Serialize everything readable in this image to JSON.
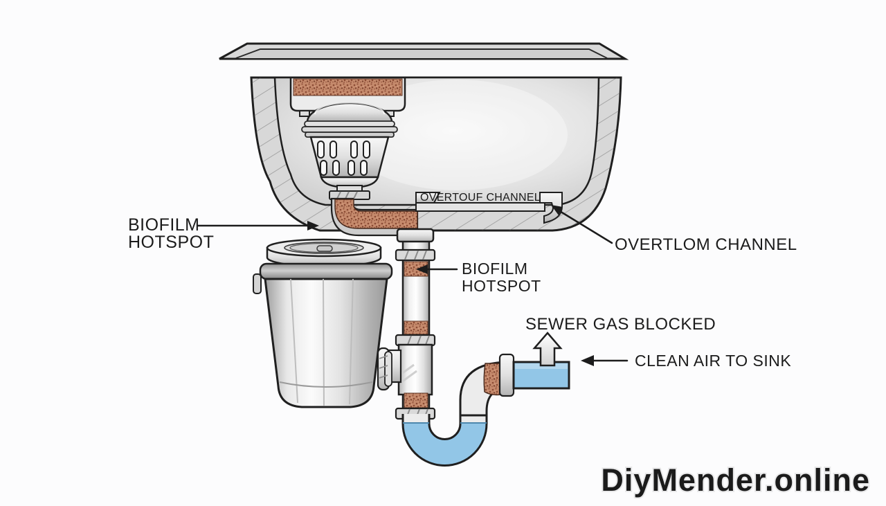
{
  "page": {
    "background": "#fcfcfd"
  },
  "diagram": {
    "type": "cutaway-plumbing-diagram",
    "subject": "kitchen sink drain biofilm hotspots",
    "colors": {
      "outline": "#1f1f1f",
      "metal_light": "#f5f5f5",
      "metal_mid": "#cccccc",
      "metal_dark": "#a8a8a8",
      "biofilm_base": "#c58a6c",
      "biofilm_speckle": "#8a4a34",
      "water": "#92c6e7",
      "label_text": "#1b1b1b",
      "watermark_text": "#fbfbfb"
    },
    "labels": {
      "biofilm_left_line1": "BIOFILM",
      "biofilm_left_line2": "HOTSPOT",
      "overflow_engraved": "OVERTOUF CHANNEL",
      "overflow_callout": "OVERTLOM CHANNEL",
      "biofilm_mid_line1": "BIOFILM",
      "biofilm_mid_line2": "HOTSPOT",
      "sewer_gas": "SEWER GAS BLOCKED",
      "clean_air": "CLEAN AIR TO SINK"
    },
    "watermark": "DiyMender.online",
    "parts": [
      "sink-basin-cutaway",
      "basket-strainer",
      "overflow-channel",
      "garbage-disposal",
      "drain-tailpiece",
      "tee-fitting",
      "p-trap-water-seal",
      "trap-arm"
    ]
  }
}
